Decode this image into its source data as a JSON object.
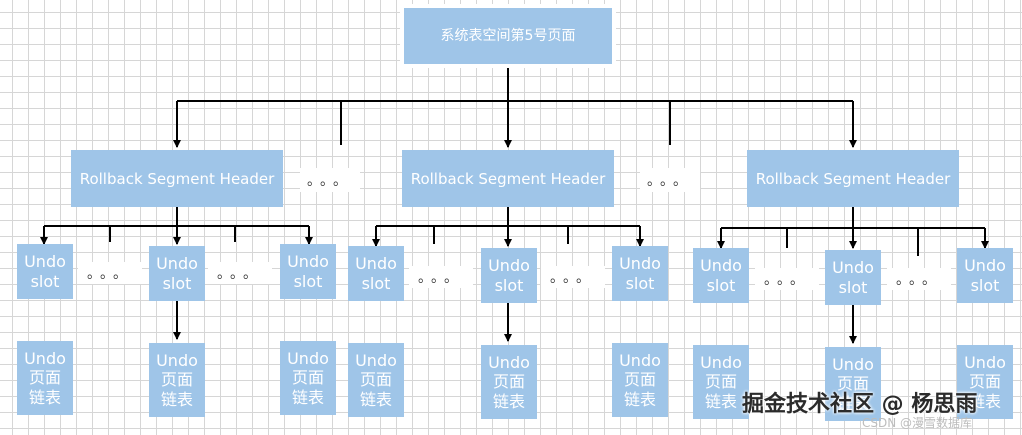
{
  "top": {
    "label": "系统表空间第5号页面"
  },
  "segment": {
    "label": "Rollback Segment Header"
  },
  "slot": {
    "label": "Undo\nslot"
  },
  "page": {
    "label": "Undo\n页面\n链表"
  },
  "ellipsis": "。。。",
  "watermark": {
    "main": "掘金技术社区 @ 杨思雨",
    "faint": "CSDN @漫雪数据库"
  },
  "colors": {
    "node_fill": "#9fc5e8",
    "node_text": "#ffffff",
    "line": "#000000"
  }
}
